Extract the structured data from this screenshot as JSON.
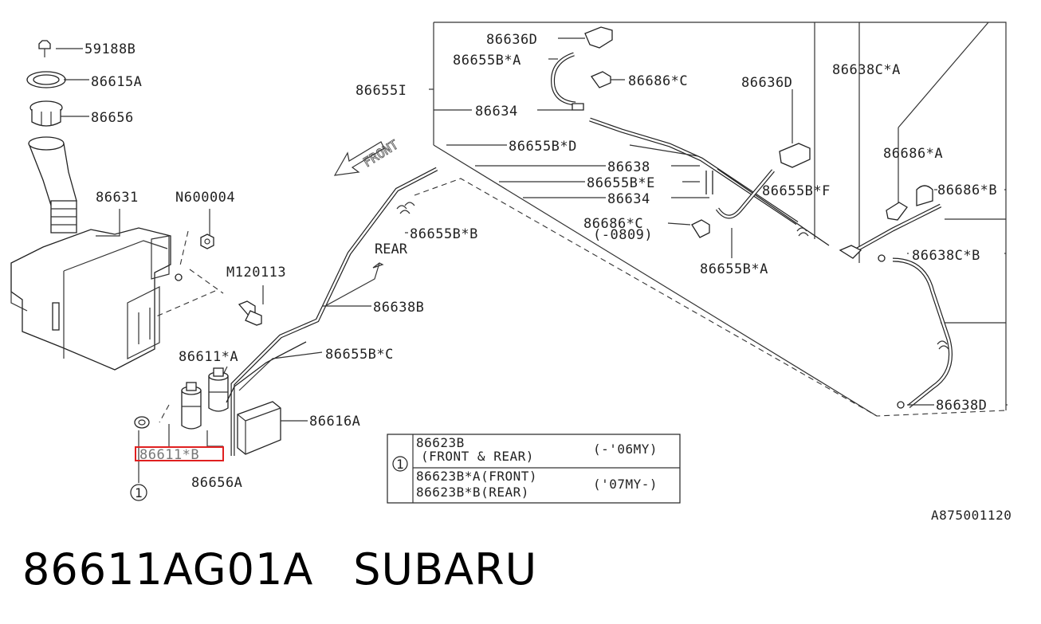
{
  "callouts": {
    "c59188b": "59188B",
    "c86615a": "86615A",
    "c86656": "86656",
    "c86631": "86631",
    "cn600004": "N600004",
    "cm120113": "M120113",
    "c86611a": "86611*A",
    "c86611b": "86611*B",
    "c86656a": "86656A",
    "c86616a": "86616A",
    "c86655bc": "86655B*C",
    "c86638b": "86638B",
    "c86655bb": "86655B*B",
    "c86636d_top": "86636D",
    "c86655ba_top": "86655B*A",
    "c86686c_top": "86686*C",
    "c86655i": "86655I",
    "c86634_top": "86634",
    "c86655bd": "86655B*D",
    "c86638": "86638",
    "c86655be": "86655B*E",
    "c86634_mid": "86634",
    "c86686c_mid": "86686*C",
    "c0809": "(-0809)",
    "c86655ba_bot": "86655B*A",
    "c86636d_right": "86636D",
    "c86638ca": "86638C*A",
    "c86686a": "86686*A",
    "c86655bf": "86655B*F",
    "c86686b": "86686*B",
    "c86638cb": "86638C*B",
    "c86638d": "86638D"
  },
  "directions": {
    "front": "FRONT",
    "rear": "REAR"
  },
  "ref_marker": "1",
  "parts_table": {
    "rows": [
      {
        "line1": "86623B",
        "line2": "(FRONT & REAR)",
        "applicability": "(-'06MY)"
      },
      {
        "line1": "86623B*A(FRONT)",
        "line2": "86623B*B(REAR)",
        "applicability": "('07MY-)"
      }
    ]
  },
  "diagram_code": "A875001120",
  "footer": {
    "part_number": "86611AG01A",
    "brand": "SUBARU"
  },
  "highlight_color": "#e02020"
}
